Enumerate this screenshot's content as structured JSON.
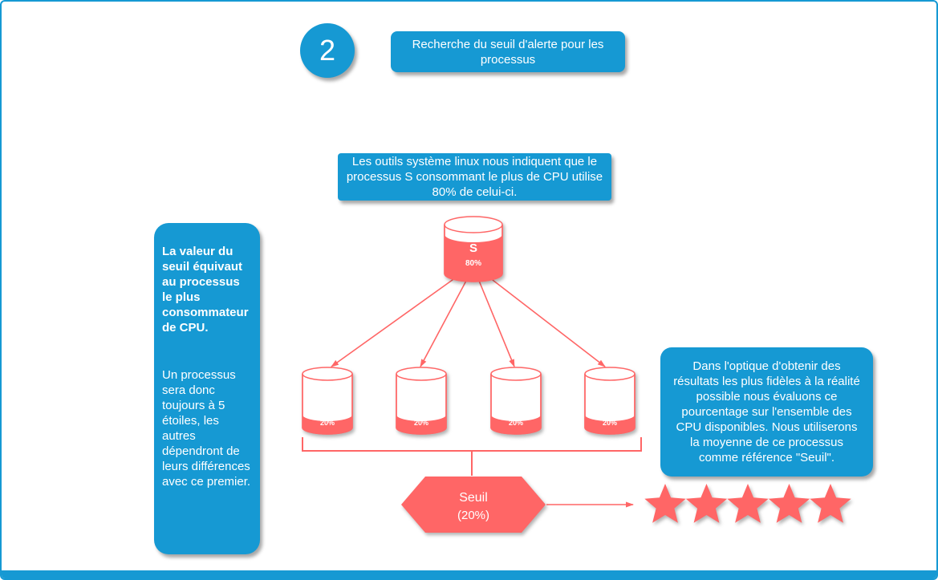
{
  "colors": {
    "blue": "#1699d3",
    "red": "#ff6666"
  },
  "header": {
    "step_number": "2",
    "title": "Recherche du seuil d'alerte pour les processus"
  },
  "callouts": {
    "top_note": "Les outils système linux nous indiquent que le processus S consommant le plus de CPU utilise 80% de celui-ci.",
    "left_note_bold": "La valeur du seuil équivaut au processus le plus consommateur de CPU.",
    "left_note_body": "Un processus sera donc toujours à 5 étoiles, les autres dépendront de leurs différences avec ce premier.",
    "right_note": "Dans l'optique d'obtenir des résultats les plus fidèles à la réalité possible nous évaluons ce pourcentage sur l'ensemble des CPU disponibles. Nous utiliserons la moyenne de ce processus comme référence \"Seuil\"."
  },
  "diagram": {
    "main_process": {
      "label": "S",
      "usage": "80%"
    },
    "cpus": [
      {
        "usage": "20%"
      },
      {
        "usage": "20%"
      },
      {
        "usage": "20%"
      },
      {
        "usage": "20%"
      }
    ],
    "threshold": {
      "line1": "Seuil",
      "line2": "(20%)"
    },
    "stars_count": 5
  }
}
